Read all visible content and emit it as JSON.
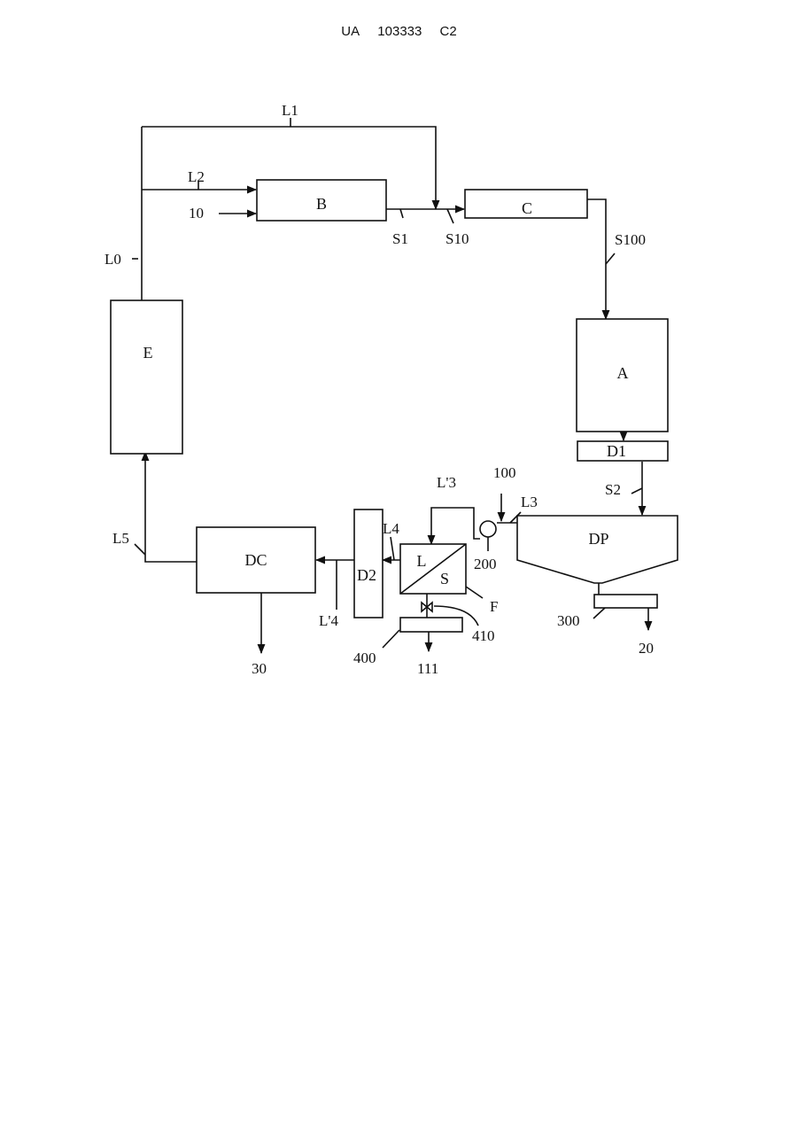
{
  "header": {
    "country": "UA",
    "number": "103333",
    "kind": "C2"
  },
  "blocks": {
    "B": "B",
    "C": "C",
    "A": "A",
    "E": "E",
    "D1": "D1",
    "DP": "DP",
    "DC": "DC",
    "D2": "D2",
    "filter": "F",
    "filter_L": "L",
    "filter_S": "S"
  },
  "streams": {
    "L0": "L0",
    "L1": "L1",
    "L2": "L2",
    "L3": "L3",
    "Lp3": "L'3",
    "L4": "L4",
    "Lp4": "L'4",
    "L5": "L5",
    "S1": "S1",
    "S10": "S10",
    "S100": "S100",
    "S2": "S2"
  },
  "numbers": {
    "n10": "10",
    "n20": "20",
    "n30": "30",
    "n100": "100",
    "n111": "111",
    "n200": "200",
    "n300": "300",
    "n400": "400",
    "n410": "410"
  }
}
